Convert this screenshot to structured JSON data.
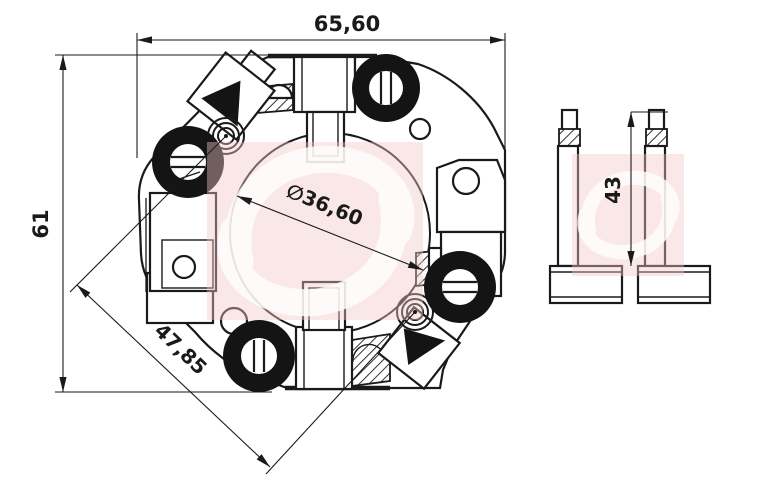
{
  "drawing": {
    "dimensions": {
      "overall_width": "65,60",
      "overall_height": "61",
      "bore_diameter": "∅36,60",
      "diagonal_spacing": "47,85",
      "side_height": "43"
    },
    "colors": {
      "line": "#1a1a1a",
      "watermark_pink": "#f2c7c7",
      "watermark_white": "#ffffff"
    }
  }
}
